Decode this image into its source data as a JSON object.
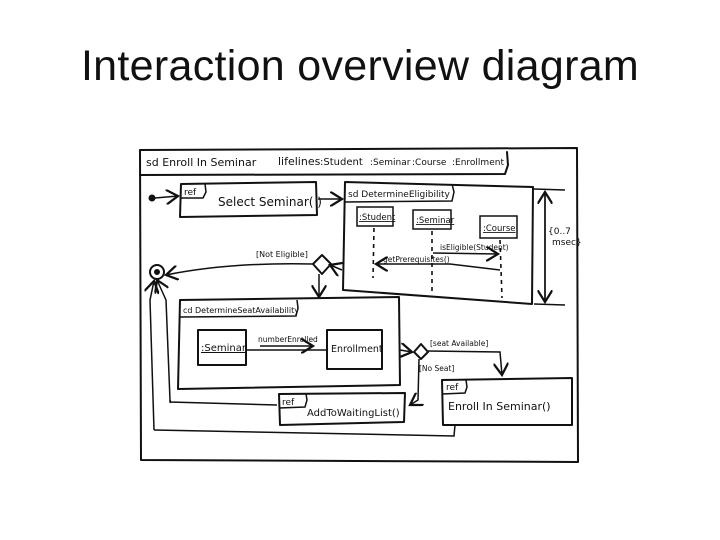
{
  "slide": {
    "title": "Interaction overview diagram"
  },
  "diagram": {
    "frame_label": "sd  Enroll In Seminar",
    "lifelines_label": "lifelines",
    "lifelines": [
      ":Student",
      ":Seminar",
      ":Course",
      ":Enrollment"
    ],
    "select_seminar": {
      "tag": "ref",
      "label": "Select Seminar( )"
    },
    "eligibility": {
      "tag": "sd  DetermineEligibility",
      "objects": [
        ":Student",
        ":Seminar",
        ":Course"
      ],
      "messages": [
        "isEligible(Student)",
        "getPrerequisites()"
      ]
    },
    "duration_constraint": [
      "{0..7",
      "msec}"
    ],
    "guard_not_eligible": "[Not Eligible]",
    "seat_availability": {
      "tag": "cd  DetermineSeatAvailability",
      "objects": [
        ":Seminar",
        "Enrollment"
      ],
      "association": "numberEnrolled"
    },
    "guard_seat_available": "[seat Available]",
    "guard_no_seat": "[No Seat]",
    "waiting_list": {
      "tag": "ref",
      "label": "AddToWaitingList()"
    },
    "enroll": {
      "tag": "ref",
      "label": "Enroll In Seminar()"
    }
  }
}
